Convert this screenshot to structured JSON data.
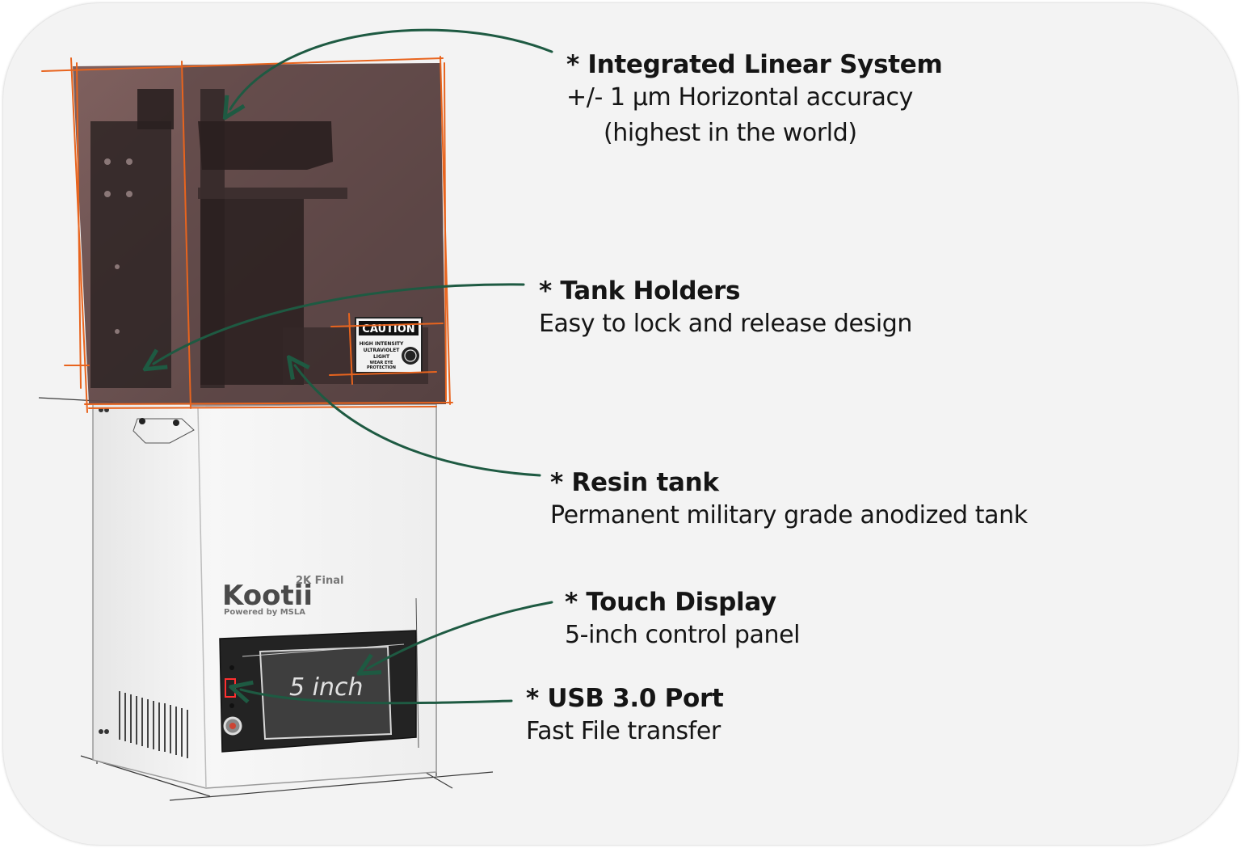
{
  "colors": {
    "background": "#f3f3f3",
    "arrow": "#1e5a42",
    "sketch": "#e8641e",
    "cover": "#5e4646",
    "body": "#f4f4f4"
  },
  "printer": {
    "brand": "Kootii",
    "model": "2K Final",
    "powered_by": "Powered by MSLA",
    "screen_text": "5 inch",
    "caution_title": "CAUTION",
    "caution_lines": [
      "HIGH INTENSITY",
      "ULTRAVIOLET",
      "LIGHT",
      "WEAR EYE",
      "PROTECTION"
    ]
  },
  "callouts": [
    {
      "id": "linear",
      "title": "* Integrated Linear System",
      "desc": "+/- 1 µm Horizontal accuracy",
      "desc2": "(highest in the world)"
    },
    {
      "id": "tank-holders",
      "title": "* Tank Holders",
      "desc": "Easy to lock and release design"
    },
    {
      "id": "resin-tank",
      "title": "* Resin tank",
      "desc": "Permanent military grade anodized tank"
    },
    {
      "id": "touch-display",
      "title": "* Touch Display",
      "desc": "5-inch control panel"
    },
    {
      "id": "usb",
      "title": "* USB 3.0 Port",
      "desc": "Fast File transfer"
    }
  ]
}
